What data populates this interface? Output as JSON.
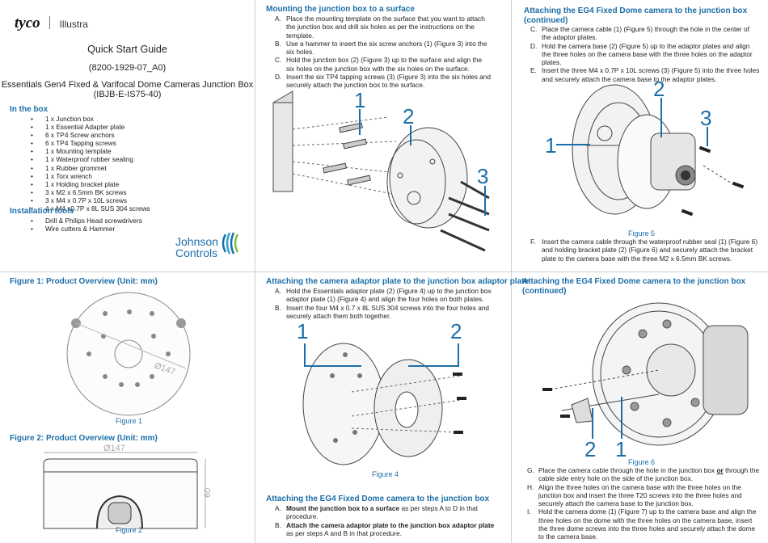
{
  "brand": {
    "tyco": "tyco",
    "illustra": "Illustra"
  },
  "title": {
    "main": "Quick Start Guide",
    "part": "(8200-1929-07_A0)",
    "product": "Essentials Gen4 Fixed & Varifocal Dome Cameras Junction Box",
    "model": "(IBJB-E-IS75-40)"
  },
  "in_box": {
    "heading": "In the box",
    "items": [
      "1 x Junction box",
      "1 x Essential Adapter plate",
      "6 x TP4 Screw anchors",
      "6 x TP4 Tapping screws",
      "1 x Mounting template",
      "1 x Waterproof rubber sealing",
      "1 x Rubber grommet",
      "1 x Torx wrench",
      "1 x Holding bracket plate",
      "3 x M2 x 6.5mm BK screws",
      "3 x M4 x 0.7P x 10L screws",
      "4 x M4 x0.7P x 8L SUS 304 screws"
    ]
  },
  "tools": {
    "heading": "Installation tools",
    "items": [
      "Drill & Philips Head screwdrivers",
      "Wire cutters & Hammer"
    ]
  },
  "jci": {
    "line1": "Johnson",
    "line2": "Controls"
  },
  "mounting": {
    "heading": "Mounting the junction box to a surface",
    "steps": [
      {
        "l": "A.",
        "t": "Place the mounting template on the surface that you want to attach the junction box and drill six holes as per the instructions on the template."
      },
      {
        "l": "B.",
        "t": "Use a hammer to insert the six screw anchors (1) (Figure 3) into the six holes."
      },
      {
        "l": "C.",
        "t": "Hold the junction box (2) (Figure 3) up to the surface and align the six holes on the junction box with the six holes on the surface."
      },
      {
        "l": "D.",
        "t": "Insert the six TP4 tapping screws (3) (Figure 3) into the six holes and securely attach the junction box to the surface."
      }
    ],
    "callouts": [
      "1",
      "2",
      "3"
    ]
  },
  "attach_cont1": {
    "heading": "Attaching the EG4 Fixed Dome camera to the junction box (continued)",
    "steps": [
      {
        "l": "C.",
        "t": "Place the camera cable (1) (Figure 5) through the hole in the center of the adaptor plates."
      },
      {
        "l": "D.",
        "t": "Hold the camera base (2) (Figure 5) up to the adaptor plates and align the three holes on the camera base with the three holes on the adaptor plates."
      },
      {
        "l": "E.",
        "t": "Insert the three M4 x 0.7P x 10L screws (3) (Figure 5) into the three holes and securely attach the camera base to the adaptor plates."
      }
    ],
    "callouts": [
      "1",
      "2",
      "3"
    ],
    "figure": "Figure 5",
    "step_f": {
      "l": "F.",
      "t": "Insert the camera cable through the waterproof rubber seal (1) (Figure 6) and holding bracket plate (2) (Figure 6) and securely attach the bracket plate to the camera base with the three M2 x 6.5mm BK screws."
    }
  },
  "fig1": {
    "heading": "Figure 1: Product Overview (Unit: mm)",
    "dim": "Ø147",
    "caption": "Figure 1"
  },
  "fig2": {
    "heading": "Figure 2: Product Overview (Unit: mm)",
    "dim_w": "Ø147",
    "dim_h": "60",
    "caption": "Figure 2"
  },
  "adaptor": {
    "heading": "Attaching the camera adaptor plate to the junction box adaptor plate",
    "steps": [
      {
        "l": "A.",
        "t": "Hold the Essentials adaptor plate (2) (Figure 4) up to the junction box adaptor plate (1) (Figure 4) and align the four holes on both plates."
      },
      {
        "l": "B.",
        "t": "Insert the four M4 x 0.7 x 8L SUS 304 screws into the four holes and securely attach them both together."
      }
    ],
    "callouts": [
      "1",
      "2"
    ],
    "figure": "Figure 4"
  },
  "attach_main": {
    "heading": "Attaching the EG4 Fixed Dome camera to the junction box",
    "a_bold": "Mount the junction box to a surface",
    "a_rest": " as per steps A to D in that procedure.",
    "b_bold": "Attach the camera adaptor plate to the junction box adaptor plate",
    "b_rest": " as per steps A and B in that procedure."
  },
  "attach_cont2": {
    "heading": "Attaching the EG4 Fixed Dome camera to the junction box (continued)",
    "callouts": [
      "2",
      "1"
    ],
    "figure": "Figure 6",
    "steps": [
      {
        "l": "G.",
        "t1": "Place the camera cable through the hole in the junction box ",
        "or": "or",
        "t2": " through the cable side entry hole on the side of the junction box."
      },
      {
        "l": "H.",
        "t": "Align the three holes on the camera base with the three holes on the junction box and insert the three T20 screws into the three holes and securely attach the camera base to the junction box."
      },
      {
        "l": "I.",
        "t": "Hold the camera dome (1) (Figure 7) up to the camera base and align the three holes on the dome with the three holes on the camera base, insert the three dome screws into the three holes and securely attach the dome to the camera base."
      }
    ]
  },
  "colors": {
    "accent": "#1c6ea8",
    "text": "#222222",
    "rule": "#cfcfcf"
  }
}
